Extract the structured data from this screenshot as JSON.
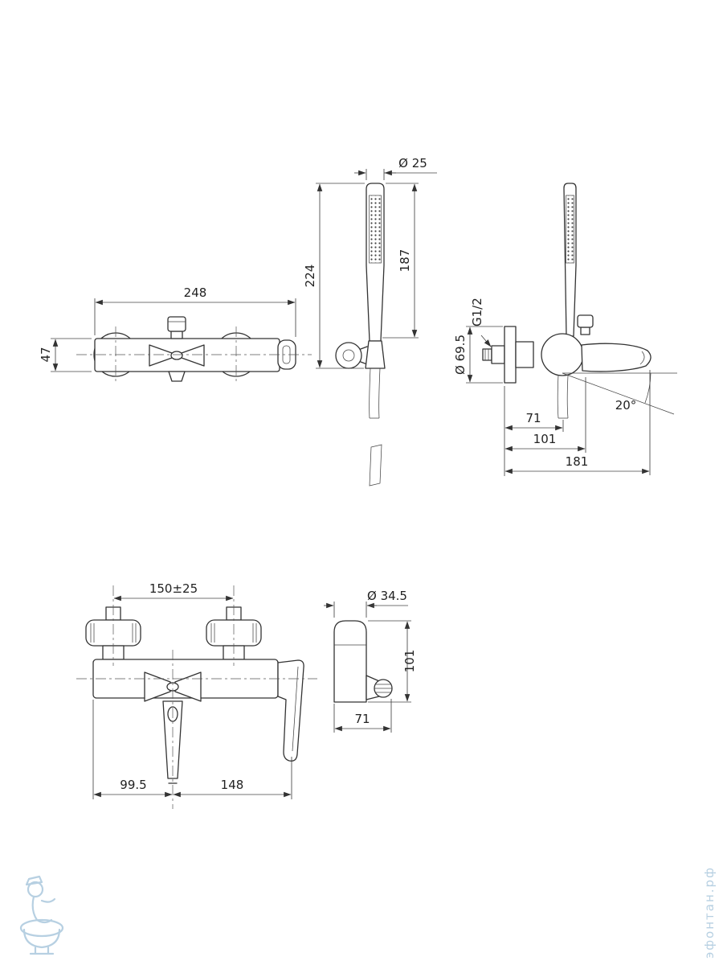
{
  "drawing": {
    "handshower": {
      "dia": "Ø 25",
      "len": "187",
      "total": "224"
    },
    "front_top": {
      "width": "248",
      "height": "47"
    },
    "side_top": {
      "thread": "G1/2",
      "flange_dia": "Ø 69.5",
      "depth_hose": "71",
      "depth_body": "101",
      "depth_spout": "181",
      "spout_angle": "20°"
    },
    "front_bottom": {
      "inlet_centers": "150±25",
      "left_offset": "99.5",
      "right_offset": "148"
    },
    "holder_side": {
      "dia": "Ø 34.5",
      "height": "101",
      "depth": "71"
    }
  },
  "watermark": {
    "site": "эфонтан.рф"
  }
}
